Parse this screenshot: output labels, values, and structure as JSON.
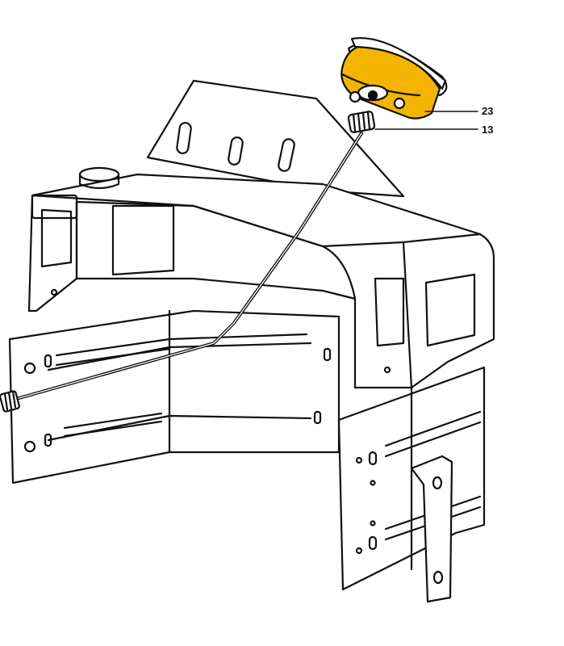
{
  "diagram": {
    "highlight_color": "#F5B400",
    "callouts": [
      {
        "label": "23",
        "part": "gauge"
      },
      {
        "label": "13",
        "part": "cable-nut"
      }
    ]
  }
}
